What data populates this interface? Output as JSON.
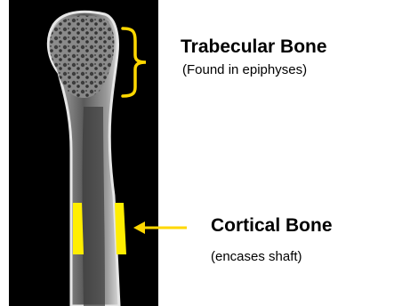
{
  "labels": {
    "trabecular_title": "Trabecular Bone",
    "trabecular_note": "(Found in epiphyses)",
    "cortical_title": "Cortical Bone",
    "cortical_note": "(encases shaft)"
  },
  "colors": {
    "highlight": "#ffee00",
    "background_panel": "#000000",
    "bone": "#cfcfcf"
  }
}
